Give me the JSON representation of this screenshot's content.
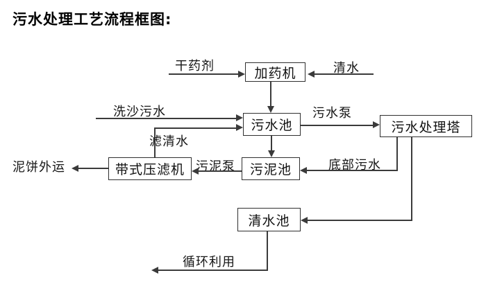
{
  "title": "污水处理工艺流程框图:",
  "colors": {
    "background": "#ffffff",
    "line": "#3a3a3a",
    "text": "#1a1a1a"
  },
  "nodes": {
    "dosing_machine": "加药机",
    "sewage_pool": "污水池",
    "treatment_tower": "污水处理塔",
    "belt_filter_press": "带式压滤机",
    "sludge_pool": "污泥池",
    "clean_water_pool": "清水池"
  },
  "flow_labels": {
    "dry_agent": "干药剂",
    "clean_water": "清水",
    "sand_wash_sewage": "洗沙污水",
    "filtered_water": "滤清水",
    "sewage_pump": "污水泵",
    "bottom_sewage": "底部污水",
    "sludge_pump": "污泥泵",
    "mud_cake_outbound": "泥饼外运",
    "recycle_use": "循环利用"
  },
  "edges": [
    {
      "from": "external",
      "to": "dosing_machine",
      "label": "干药剂"
    },
    {
      "from": "external",
      "to": "dosing_machine",
      "label": "清水"
    },
    {
      "from": "dosing_machine",
      "to": "sewage_pool",
      "label": ""
    },
    {
      "from": "external",
      "to": "sewage_pool",
      "label": "洗沙污水"
    },
    {
      "from": "belt_filter_press",
      "to": "sewage_pool",
      "label": "滤清水"
    },
    {
      "from": "sewage_pool",
      "to": "treatment_tower",
      "label": "污水泵"
    },
    {
      "from": "sewage_pool",
      "to": "sludge_pool",
      "label": ""
    },
    {
      "from": "treatment_tower",
      "to": "sludge_pool",
      "label": "底部污水"
    },
    {
      "from": "treatment_tower",
      "to": "clean_water_pool",
      "label": ""
    },
    {
      "from": "sludge_pool",
      "to": "belt_filter_press",
      "label": "污泥泵"
    },
    {
      "from": "belt_filter_press",
      "to": "external",
      "label": "泥饼外运"
    },
    {
      "from": "clean_water_pool",
      "to": "external",
      "label": "循环利用"
    }
  ]
}
